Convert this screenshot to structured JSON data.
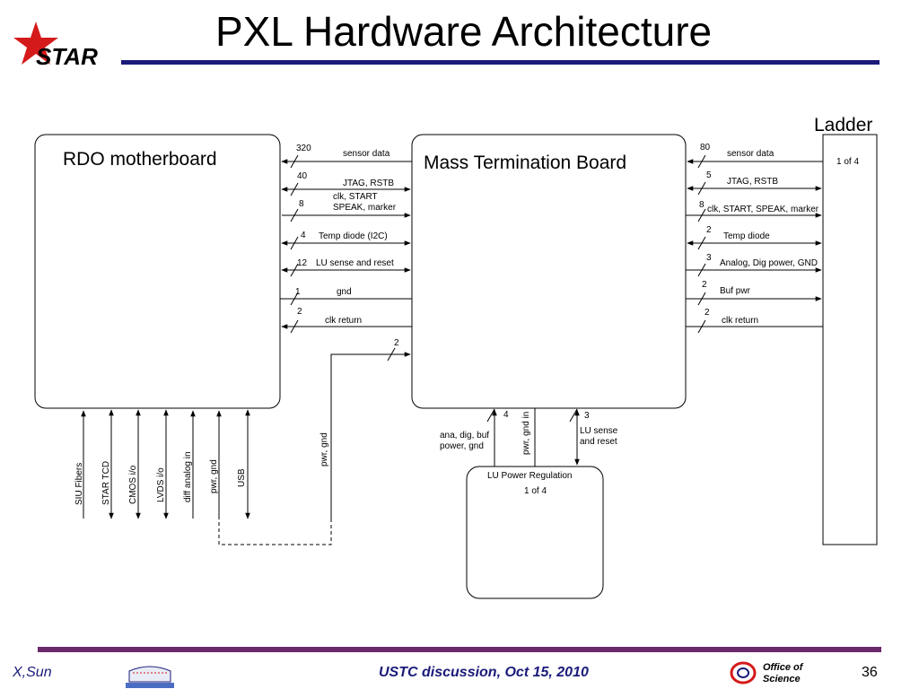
{
  "slide": {
    "title": "PXL Hardware Architecture",
    "star_logo_text": "STAR",
    "footer_author": "X,Sun",
    "footer_center": "USTC discussion, Oct 15, 2010",
    "page_number": "36",
    "doe_logo_line1": "Office of",
    "doe_logo_line2": "Science"
  },
  "boxes": {
    "rdo": "RDO motherboard",
    "mtb": "Mass Termination Board",
    "ladder_title": "Ladder",
    "ladder_count": "1 of 4",
    "lu_title": "LU Power Regulation",
    "lu_count": "1 of 4"
  },
  "rdo_mtb_links": [
    {
      "count": "320",
      "label": "sensor data"
    },
    {
      "count": "40",
      "label": "JTAG, RSTB"
    },
    {
      "count": "8",
      "label": "clk, START",
      "label2": "SPEAK, marker"
    },
    {
      "count": "4",
      "label": "Temp diode (I2C)"
    },
    {
      "count": "12",
      "label": "LU sense and reset"
    },
    {
      "count": "1",
      "label": "gnd"
    },
    {
      "count": "2",
      "label": "clk return"
    }
  ],
  "mtb_ladder_links": [
    {
      "count": "80",
      "label": "sensor data"
    },
    {
      "count": "5",
      "label": "JTAG, RSTB"
    },
    {
      "count": "8",
      "label": "clk, START, SPEAK, marker"
    },
    {
      "count": "2",
      "label": "Temp diode"
    },
    {
      "count": "3",
      "label": "Analog, Dig power, GND"
    },
    {
      "count": "2",
      "label": "Buf pwr"
    },
    {
      "count": "2",
      "label": "clk return"
    }
  ],
  "rdo_external": [
    "SIU Fibers",
    "STAR TCD",
    "CMOS i/o",
    "LVDS i/o",
    "diff analog in",
    "pwr, gnd",
    "USB"
  ],
  "pwr_gnd_link": {
    "count": "2",
    "label": "pwr, gnd"
  },
  "lu_links": {
    "left_count": "4",
    "left_label1": "ana, dig, buf",
    "left_label2": "power, gnd",
    "mid_label": "pwr, gnd in",
    "right_count": "3",
    "right_label1": "LU sense",
    "right_label2": "and reset"
  }
}
